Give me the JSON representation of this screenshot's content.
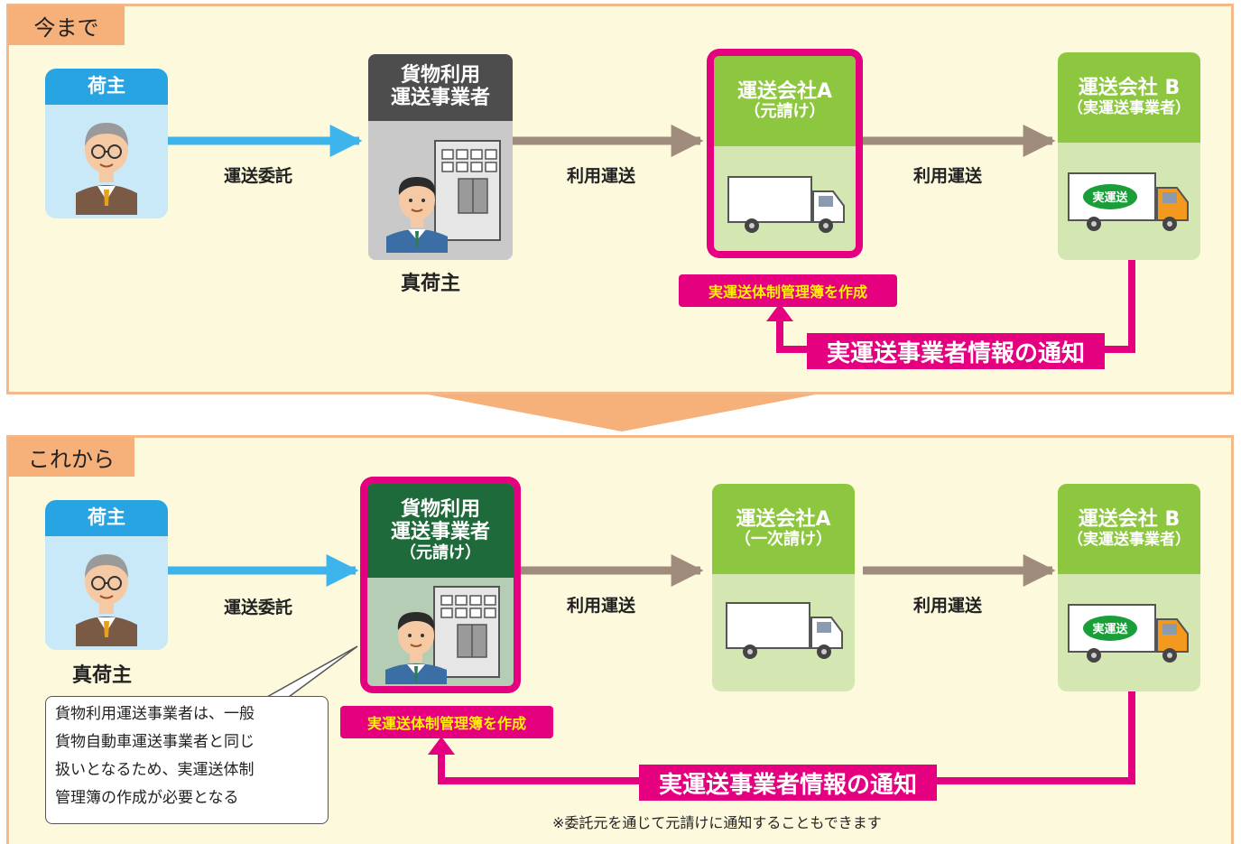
{
  "top": {
    "tag": "今まで",
    "shipper": {
      "header": "荷主"
    },
    "forwarder": {
      "header_line1": "貨物利用",
      "header_line2": "運送事業者",
      "caption": "真荷主"
    },
    "company_a": {
      "header_line1": "運送会社A",
      "header_line2": "（元請け）"
    },
    "company_b": {
      "header_line1": "運送会社 B",
      "header_line2": "（実運送事業者）",
      "truck_label": "実運送"
    },
    "edge1": "運送委託",
    "edge2": "利用運送",
    "edge3": "利用運送",
    "ledger_label": "実運送体制管理簿を作成",
    "notice": "実運送事業者情報の通知"
  },
  "bottom": {
    "tag": "これから",
    "shipper": {
      "header": "荷主",
      "caption": "真荷主"
    },
    "forwarder": {
      "header_line1": "貨物利用",
      "header_line2": "運送事業者",
      "header_line3": "（元請け）"
    },
    "company_a": {
      "header_line1": "運送会社A",
      "header_line2": "（一次請け）"
    },
    "company_b": {
      "header_line1": "運送会社 B",
      "header_line2": "（実運送事業者）",
      "truck_label": "実運送"
    },
    "edge1": "運送委託",
    "edge2": "利用運送",
    "edge3": "利用運送",
    "ledger_label": "実運送体制管理簿を作成",
    "notice": "実運送事業者情報の通知",
    "callout_lines": [
      "貨物利用運送事業者は、一般",
      "貨物自動車運送事業者と同じ",
      "扱いとなるため、実運送体制",
      "管理簿の作成が必要となる"
    ],
    "footnote": "※委託元を通じて元請けに通知することもできます"
  },
  "colors": {
    "panel_bg": "#fdf9dc",
    "panel_border": "#f3b98a",
    "tag_bg": "#f6b07a",
    "shipper_header": "#29a4e3",
    "shipper_body": "#c9e9f9",
    "forwarder_header_top": "#4d4d4d",
    "forwarder_body_top": "#c9c9c9",
    "forwarder_header_bottom": "#1f6a3a",
    "forwarder_body_bottom": "#b5cdb4",
    "company_header": "#8dc63f",
    "company_body": "#d4e7b3",
    "highlight": "#e4007f",
    "highlight_text": "#fff000",
    "blue_arrow": "#3db4ec",
    "brown_arrow": "#a08c7c"
  }
}
